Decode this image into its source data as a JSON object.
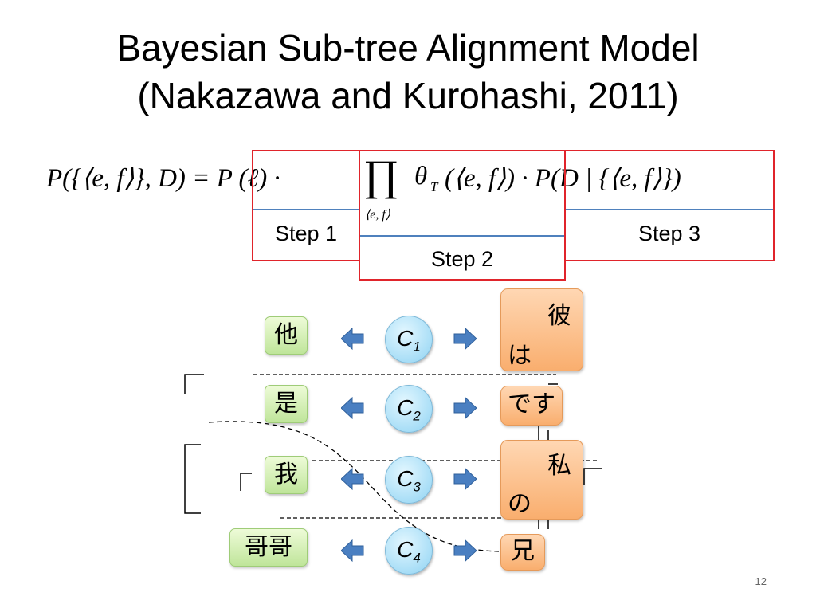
{
  "slide": {
    "title_line1": "Bayesian Sub-tree Alignment Model",
    "title_line2": "(Nakazawa and Kurohashi, 2011)",
    "page_number": "12"
  },
  "formula": {
    "lhs": "P({⟨e, f⟩}, D) = P (ℓ) ·",
    "product": "∏",
    "product_sub": "⟨e, f⟩",
    "theta": "θ",
    "theta_sub": "T",
    "theta_arg": "(⟨e, f⟩) · P(D | {⟨e, f⟩})"
  },
  "steps": [
    "Step 1",
    "Step 2",
    "Step 3"
  ],
  "chinese_nodes": [
    "他",
    "是",
    "我",
    "哥哥"
  ],
  "concept_nodes": [
    {
      "label": "C",
      "sub": "1"
    },
    {
      "label": "C",
      "sub": "2"
    },
    {
      "label": "C",
      "sub": "3"
    },
    {
      "label": "C",
      "sub": "4"
    }
  ],
  "japanese_nodes": [
    "彼",
    "は",
    "です",
    "私",
    "の",
    "兄"
  ],
  "colors": {
    "red_box": "#e0242b",
    "blue_line": "#4f81bd",
    "arrow": "#4a7fc1",
    "chinese_fill": "#cdeaa8",
    "japanese_fill": "#fbbf88",
    "concept_fill": "#a8dcf5"
  }
}
